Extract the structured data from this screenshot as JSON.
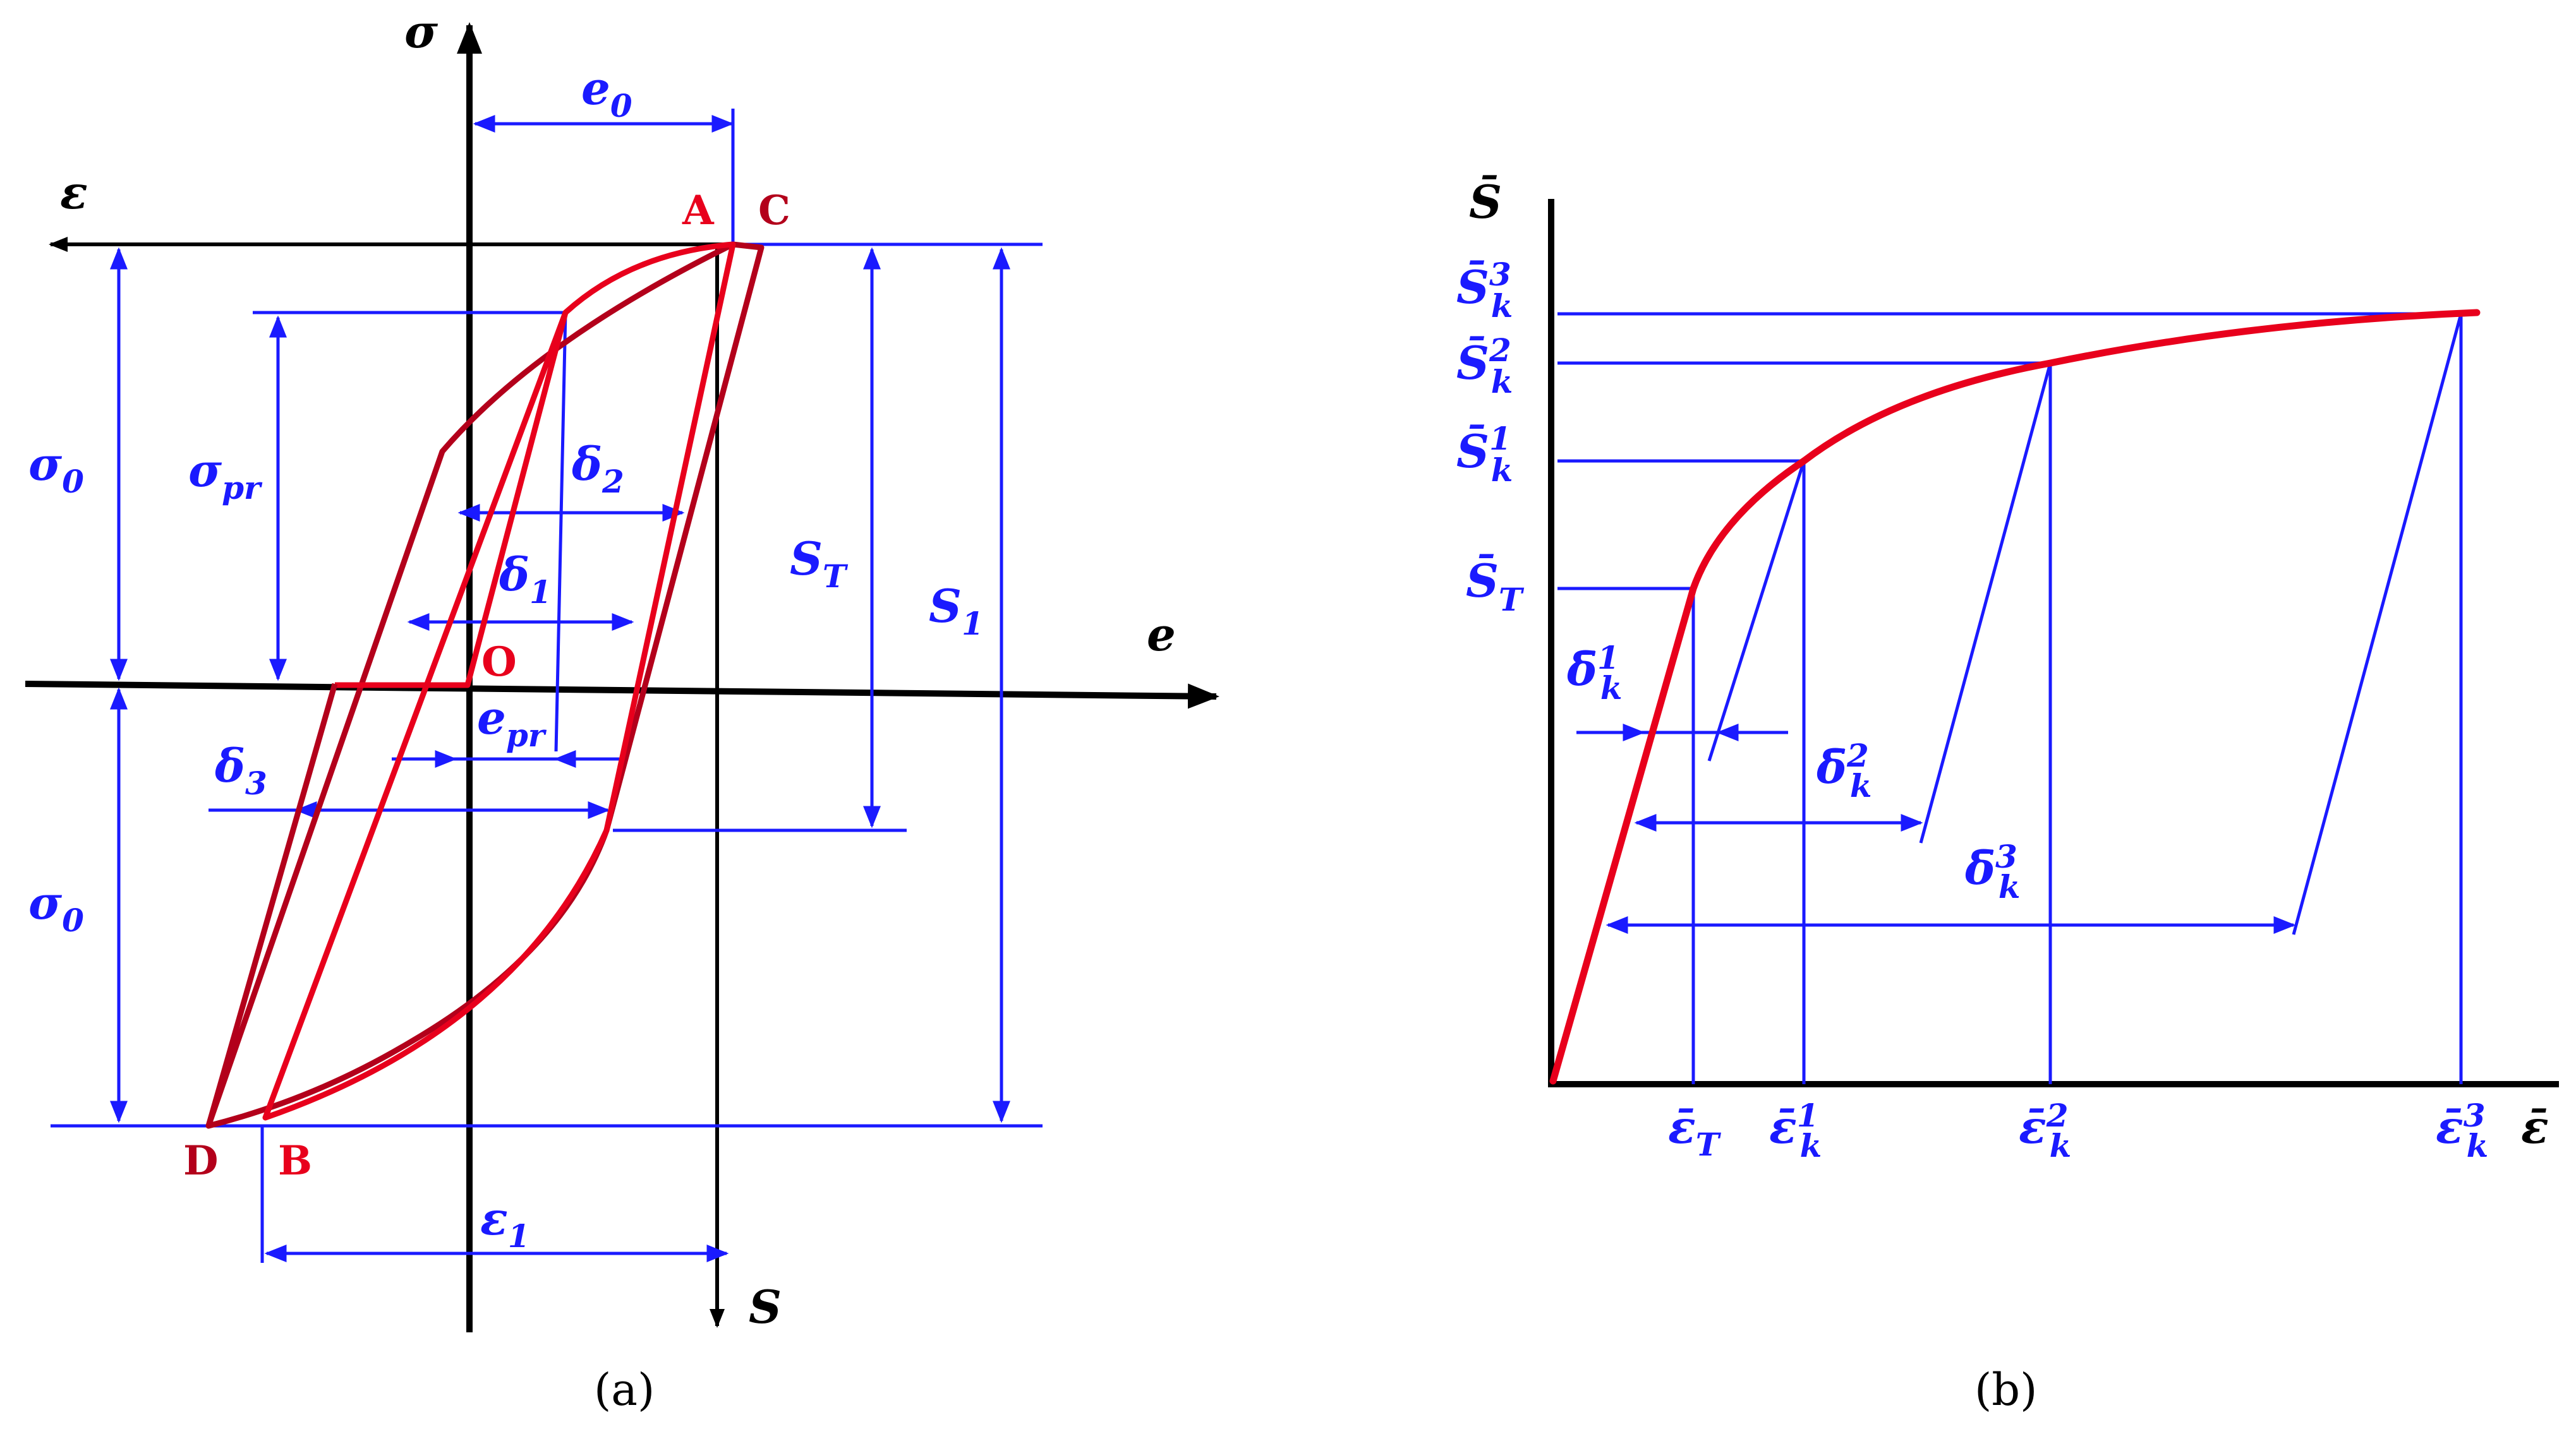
{
  "panel_a": {
    "caption": "(a)",
    "axes": {
      "sigma": "σ",
      "epsilon": "ε",
      "e": "e",
      "S": "S"
    },
    "points": {
      "A": "A",
      "B": "B",
      "C": "C",
      "D": "D",
      "O": "O"
    },
    "dimensions": {
      "e0": {
        "base": "e",
        "sub": "0"
      },
      "sigma0_top": {
        "base": "σ",
        "sub": "0"
      },
      "sigma0_bottom": {
        "base": "σ",
        "sub": "0"
      },
      "sigma_pr": {
        "base": "σ",
        "sub": "pr"
      },
      "delta1": {
        "base": "δ",
        "sub": "1"
      },
      "delta2": {
        "base": "δ",
        "sub": "2"
      },
      "delta3": {
        "base": "δ",
        "sub": "3"
      },
      "e_pr": {
        "base": "e",
        "sub": "pr"
      },
      "S_T": {
        "base": "S",
        "sub": "T"
      },
      "S1": {
        "base": "S",
        "sub": "1"
      },
      "eps1": {
        "base": "ε",
        "sub": "1"
      }
    }
  },
  "panel_b": {
    "caption": "(b)",
    "axes": {
      "y": "S̄",
      "x": "ε̄"
    },
    "y_labels": {
      "Sk3": {
        "base": "S̄",
        "sub": "k",
        "sup": "3"
      },
      "Sk2": {
        "base": "S̄",
        "sub": "k",
        "sup": "2"
      },
      "Sk1": {
        "base": "S̄",
        "sub": "k",
        "sup": "1"
      },
      "ST": {
        "base": "S̄",
        "sub": "T"
      }
    },
    "x_labels": {
      "epsT": {
        "base": "ε̄",
        "sub": "T"
      },
      "epsk1": {
        "base": "ε̄",
        "sub": "k",
        "sup": "1"
      },
      "epsk2": {
        "base": "ε̄",
        "sub": "k",
        "sup": "2"
      },
      "epsk3": {
        "base": "ε̄",
        "sub": "k",
        "sup": "3"
      }
    },
    "delta_labels": {
      "dk1": {
        "base": "δ̄",
        "sub": "k",
        "sup": "1"
      },
      "dk2": {
        "base": "δ̄",
        "sub": "k",
        "sup": "2"
      },
      "dk3": {
        "base": "δ̄",
        "sub": "k",
        "sup": "3"
      }
    }
  },
  "colors": {
    "curve": "#e8001c",
    "curve_dark": "#b3001b",
    "dimension": "#1a1aff",
    "axis": "#000000"
  }
}
